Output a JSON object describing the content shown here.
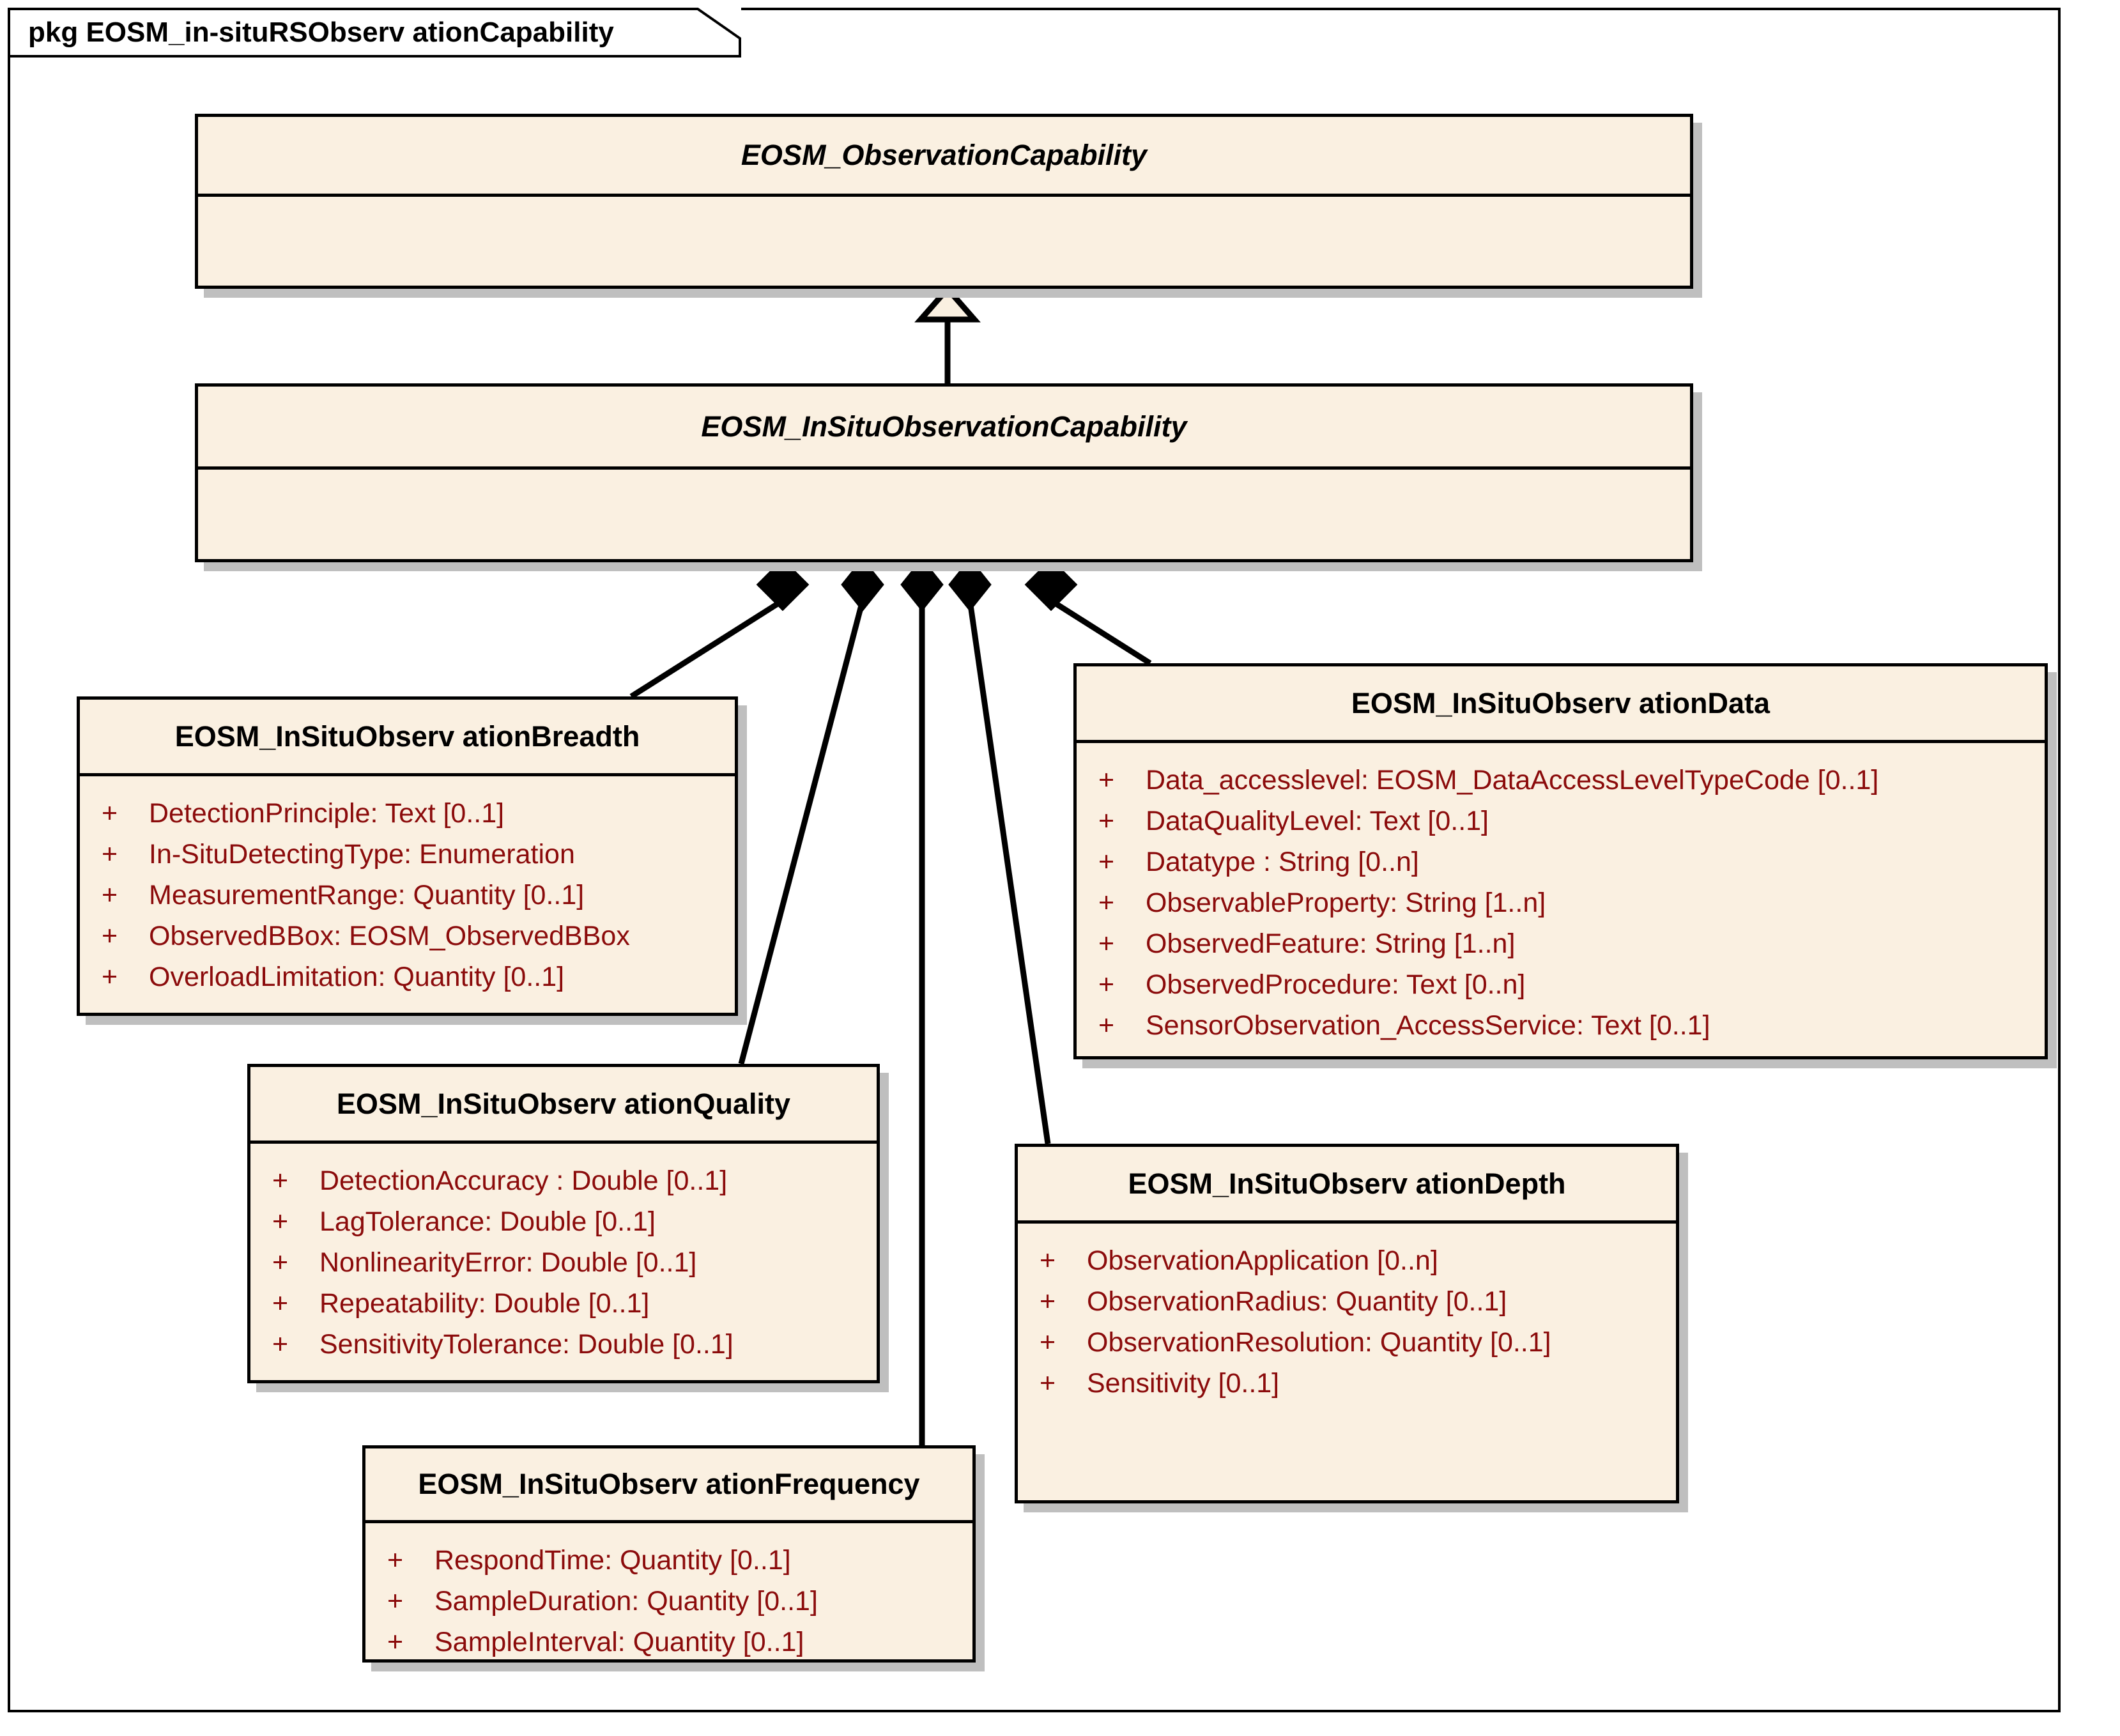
{
  "package": {
    "stereotype": "pkg",
    "name": "EOSM_in-situRSObservationCapability",
    "label": "pkg EOSM_in-situRSObserv ationCapability"
  },
  "colors": {
    "class_fill": "#FAF0E1",
    "class_border": "#000000",
    "class_name_text": "#000000",
    "attribute_text": "#8B0B0B",
    "shadow": "#BFBFBF",
    "canvas": "#FFFFFF"
  },
  "classes": {
    "observation_capability": {
      "name": "EOSM_ObservationCapability",
      "abstract": true,
      "attributes": []
    },
    "insitu_observation_capability": {
      "name": "EOSM_InSituObservationCapability",
      "abstract": true,
      "attributes": []
    },
    "insitu_observation_breadth": {
      "name": "EOSM_InSituObserv ationBreadth",
      "abstract": false,
      "attributes": [
        {
          "visibility": "+",
          "text": "DetectionPrinciple:  Text [0..1]"
        },
        {
          "visibility": "+",
          "text": "In-SituDetectingType:  Enumeration"
        },
        {
          "visibility": "+",
          "text": "MeasurementRange:  Quantity [0..1]"
        },
        {
          "visibility": "+",
          "text": "ObservedBBox:  EOSM_ObservedBBox"
        },
        {
          "visibility": "+",
          "text": "OverloadLimitation:  Quantity [0..1]"
        }
      ]
    },
    "insitu_observation_data": {
      "name": "EOSM_InSituObserv ationData",
      "abstract": false,
      "attributes": [
        {
          "visibility": "+",
          "text": "Data_accesslevel:  EOSM_DataAccessLevelTypeCode [0..1]"
        },
        {
          "visibility": "+",
          "text": "DataQualityLevel:  Text [0..1]"
        },
        {
          "visibility": "+",
          "text": "Datatype :  String [0..n]"
        },
        {
          "visibility": "+",
          "text": "ObservableProperty:  String [1..n]"
        },
        {
          "visibility": "+",
          "text": "ObservedFeature:  String [1..n]"
        },
        {
          "visibility": "+",
          "text": "ObservedProcedure:  Text [0..n]"
        },
        {
          "visibility": "+",
          "text": "SensorObservation_AccessService:  Text [0..1]"
        }
      ]
    },
    "insitu_observation_quality": {
      "name": "EOSM_InSituObserv ationQuality",
      "abstract": false,
      "attributes": [
        {
          "visibility": "+",
          "text": "DetectionAccuracy :  Double [0..1]"
        },
        {
          "visibility": "+",
          "text": "LagTolerance:  Double [0..1]"
        },
        {
          "visibility": "+",
          "text": "NonlinearityError:  Double [0..1]"
        },
        {
          "visibility": "+",
          "text": "Repeatability:  Double [0..1]"
        },
        {
          "visibility": "+",
          "text": "SensitivityTolerance:  Double [0..1]"
        }
      ]
    },
    "insitu_observation_depth": {
      "name": "EOSM_InSituObserv ationDepth",
      "abstract": false,
      "attributes": [
        {
          "visibility": "+",
          "text": "ObservationApplication [0..n]"
        },
        {
          "visibility": "+",
          "text": "ObservationRadius:  Quantity [0..1]"
        },
        {
          "visibility": "+",
          "text": "ObservationResolution:  Quantity [0..1]"
        },
        {
          "visibility": "+",
          "text": "Sensitivity [0..1]"
        }
      ]
    },
    "insitu_observation_frequency": {
      "name": "EOSM_InSituObserv ationFrequency",
      "abstract": false,
      "attributes": [
        {
          "visibility": "+",
          "text": "RespondTime:  Quantity [0..1]"
        },
        {
          "visibility": "+",
          "text": "SampleDuration:  Quantity [0..1]"
        },
        {
          "visibility": "+",
          "text": "SampleInterval:  Quantity [0..1]"
        }
      ]
    }
  },
  "relationships": [
    {
      "type": "generalization",
      "from": "EOSM_InSituObservationCapability",
      "to": "EOSM_ObservationCapability"
    },
    {
      "type": "composition",
      "whole": "EOSM_InSituObservationCapability",
      "part": "EOSM_InSituObservationBreadth"
    },
    {
      "type": "composition",
      "whole": "EOSM_InSituObservationCapability",
      "part": "EOSM_InSituObservationQuality"
    },
    {
      "type": "composition",
      "whole": "EOSM_InSituObservationCapability",
      "part": "EOSM_InSituObservationFrequency"
    },
    {
      "type": "composition",
      "whole": "EOSM_InSituObservationCapability",
      "part": "EOSM_InSituObservationDepth"
    },
    {
      "type": "composition",
      "whole": "EOSM_InSituObservationCapability",
      "part": "EOSM_InSituObservationData"
    }
  ]
}
